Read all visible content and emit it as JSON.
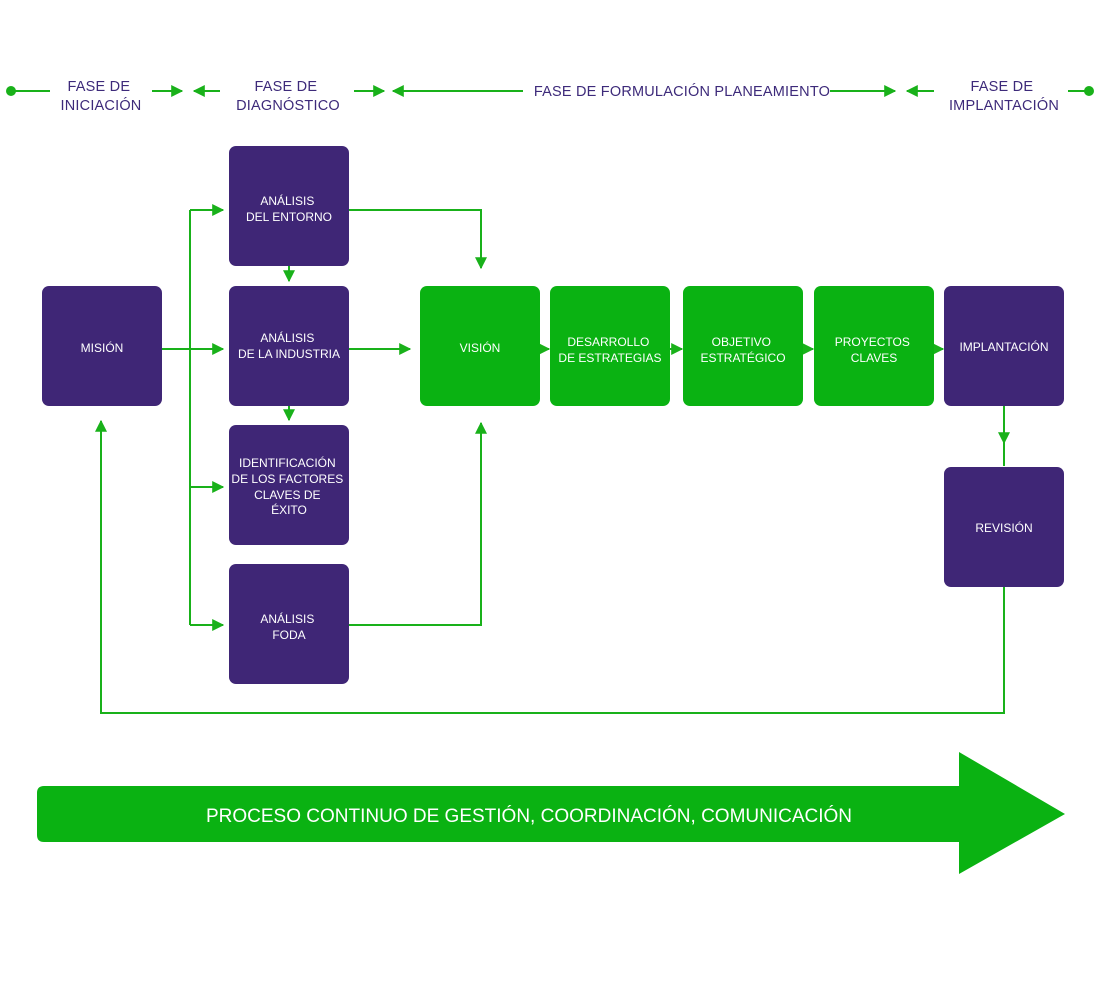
{
  "colors": {
    "purple": "#3f2676",
    "green": "#0ab212",
    "line": "#19b11a",
    "phase_text": "#3d2a7a"
  },
  "phases": [
    {
      "id": "iniciacion",
      "lines": [
        "FASE DE",
        "INICIACIÓN"
      ]
    },
    {
      "id": "diagnostico",
      "lines": [
        "FASE DE",
        "DIAGNÓSTICO"
      ]
    },
    {
      "id": "formulacion",
      "lines": [
        "FASE DE FORMULACIÓN PLANEAMIENTO"
      ]
    },
    {
      "id": "implantacion",
      "lines": [
        "FASE DE",
        "IMPLANTACIÓN"
      ]
    }
  ],
  "boxes": [
    {
      "id": "mision",
      "color": "purple",
      "lines": [
        "MISIÓN"
      ]
    },
    {
      "id": "analisis-entorno",
      "color": "purple",
      "lines": [
        "ANÁLISIS",
        "DEL ENTORNO"
      ]
    },
    {
      "id": "analisis-industria",
      "color": "purple",
      "lines": [
        "ANÁLISIS",
        "DE LA INDUSTRIA"
      ]
    },
    {
      "id": "factores-claves",
      "color": "purple",
      "lines": [
        "IDENTIFICACIÓN",
        "DE LOS FACTORES",
        "CLAVES DE",
        "ÉXITO"
      ]
    },
    {
      "id": "analisis-foda",
      "color": "purple",
      "lines": [
        "ANÁLISIS",
        "FODA"
      ]
    },
    {
      "id": "vision",
      "color": "green",
      "lines": [
        "VISIÓN"
      ]
    },
    {
      "id": "desarrollo-estrategias",
      "color": "green",
      "lines": [
        "DESARROLLO",
        "DE ESTRATEGIAS"
      ]
    },
    {
      "id": "objetivo-estrategico",
      "color": "green",
      "lines": [
        "OBJETIVO",
        "ESTRATÉGICO"
      ]
    },
    {
      "id": "proyectos-claves",
      "color": "green",
      "lines": [
        "PROYECTOS",
        "CLAVES"
      ]
    },
    {
      "id": "implantacion",
      "color": "purple",
      "lines": [
        "IMPLANTACIÓN"
      ]
    },
    {
      "id": "revision",
      "color": "purple",
      "lines": [
        "REVISIÓN"
      ]
    }
  ],
  "banner": {
    "label": "PROCESO CONTINUO DE GESTIÓN, COORDINACIÓN, COMUNICACIÓN"
  }
}
